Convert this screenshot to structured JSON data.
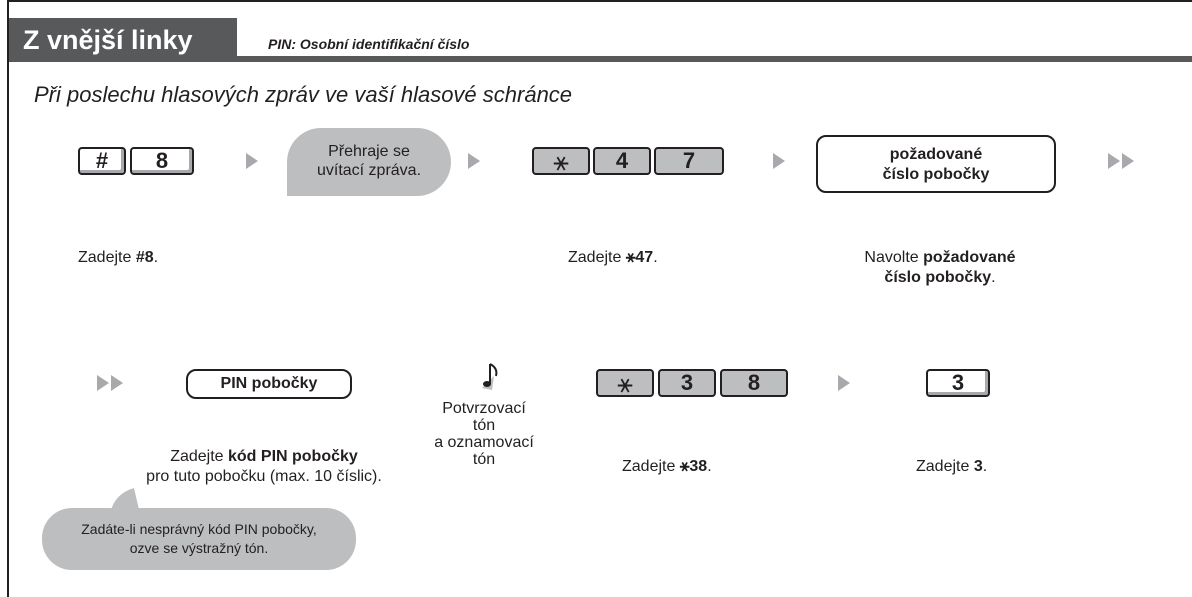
{
  "header": {
    "title": "Z vnější linky",
    "subtitle": "PIN: Osobní identifikační číslo"
  },
  "section": {
    "title": "Při poslechu hlasových zpráv ve vaší hlasové schránce"
  },
  "row1": {
    "keys1": [
      "#",
      "8"
    ],
    "bubble": "Přehraje se uvítací zpráva.",
    "keys2": [
      "⚹",
      "4",
      "7"
    ],
    "box_line1": "požadované",
    "box_line2": "číslo pobočky",
    "desc1_prefix": "Zadejte ",
    "desc1_bold": "#8",
    "desc1_suffix": ".",
    "desc2_prefix": "Zadejte ",
    "desc2_bold": "⚹47",
    "desc2_suffix": ".",
    "desc3_prefix": "Navolte ",
    "desc3_bold1": "požadované",
    "desc3_bold2": "číslo pobočky",
    "desc3_suffix": "."
  },
  "row2": {
    "box": "PIN pobočky",
    "tone_line1": "Potvrzovací",
    "tone_line2": "tón",
    "tone_line3": "a oznamovací",
    "tone_line4": "tón",
    "keys3": [
      "⚹",
      "3",
      "8"
    ],
    "key4": "3",
    "desc1_prefix": "Zadejte ",
    "desc1_bold": "kód PIN pobočky",
    "desc1_line2": "pro tuto pobočku (max. 10 číslic).",
    "desc2_prefix": "Zadejte ",
    "desc2_bold": "⚹38",
    "desc2_suffix": ".",
    "desc3_prefix": "Zadejte ",
    "desc3_bold": "3",
    "desc3_suffix": ".",
    "note_line1": "Zadáte-li nesprávný kód PIN pobočky,",
    "note_line2": "ozve se výstražný tón."
  }
}
